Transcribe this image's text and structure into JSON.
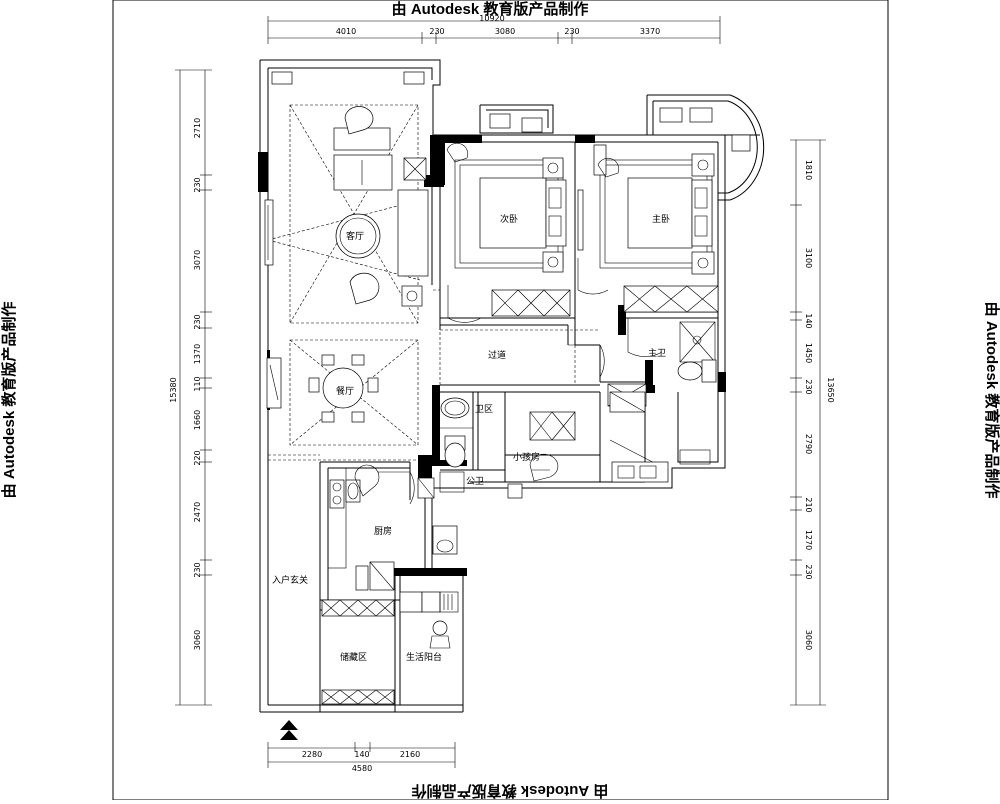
{
  "watermarks": {
    "top": "由 Autodesk 教育版产品制作",
    "bottom": "由 Autodesk 教育版产品制作",
    "left": "由 Autodesk 教育版产品制作",
    "right": "由 Autodesk 教育版产品制作"
  },
  "dimensions": {
    "top_total": "10920",
    "top_segments": [
      "4010",
      "230",
      "3080",
      "230",
      "3370"
    ],
    "bottom_total": "4580",
    "bottom_segments": [
      "2280",
      "140",
      "2160"
    ],
    "left_total": "15380",
    "left_segments": [
      "2710",
      "230",
      "3070",
      "230",
      "1370",
      "110",
      "1660",
      "220",
      "2470",
      "230",
      "3060"
    ],
    "right_total": "13650",
    "right_segments": [
      "1810",
      "3100",
      "140",
      "1450",
      "230",
      "2790",
      "210",
      "1270",
      "230",
      "3060"
    ]
  },
  "rooms": {
    "living": "客厅",
    "dining": "餐厅",
    "second_bedroom": "次卧",
    "master_bedroom": "主卧",
    "corridor": "过道",
    "master_bath": "主卫",
    "wash_area": "卫区",
    "public_bath": "公卫",
    "kids_room": "小孩房",
    "kitchen": "厨房",
    "entrance": "入户玄关",
    "storage": "储藏区",
    "utility_balcony": "生活阳台"
  },
  "icons": {
    "entry_marker": "entry-arrow-icon"
  }
}
